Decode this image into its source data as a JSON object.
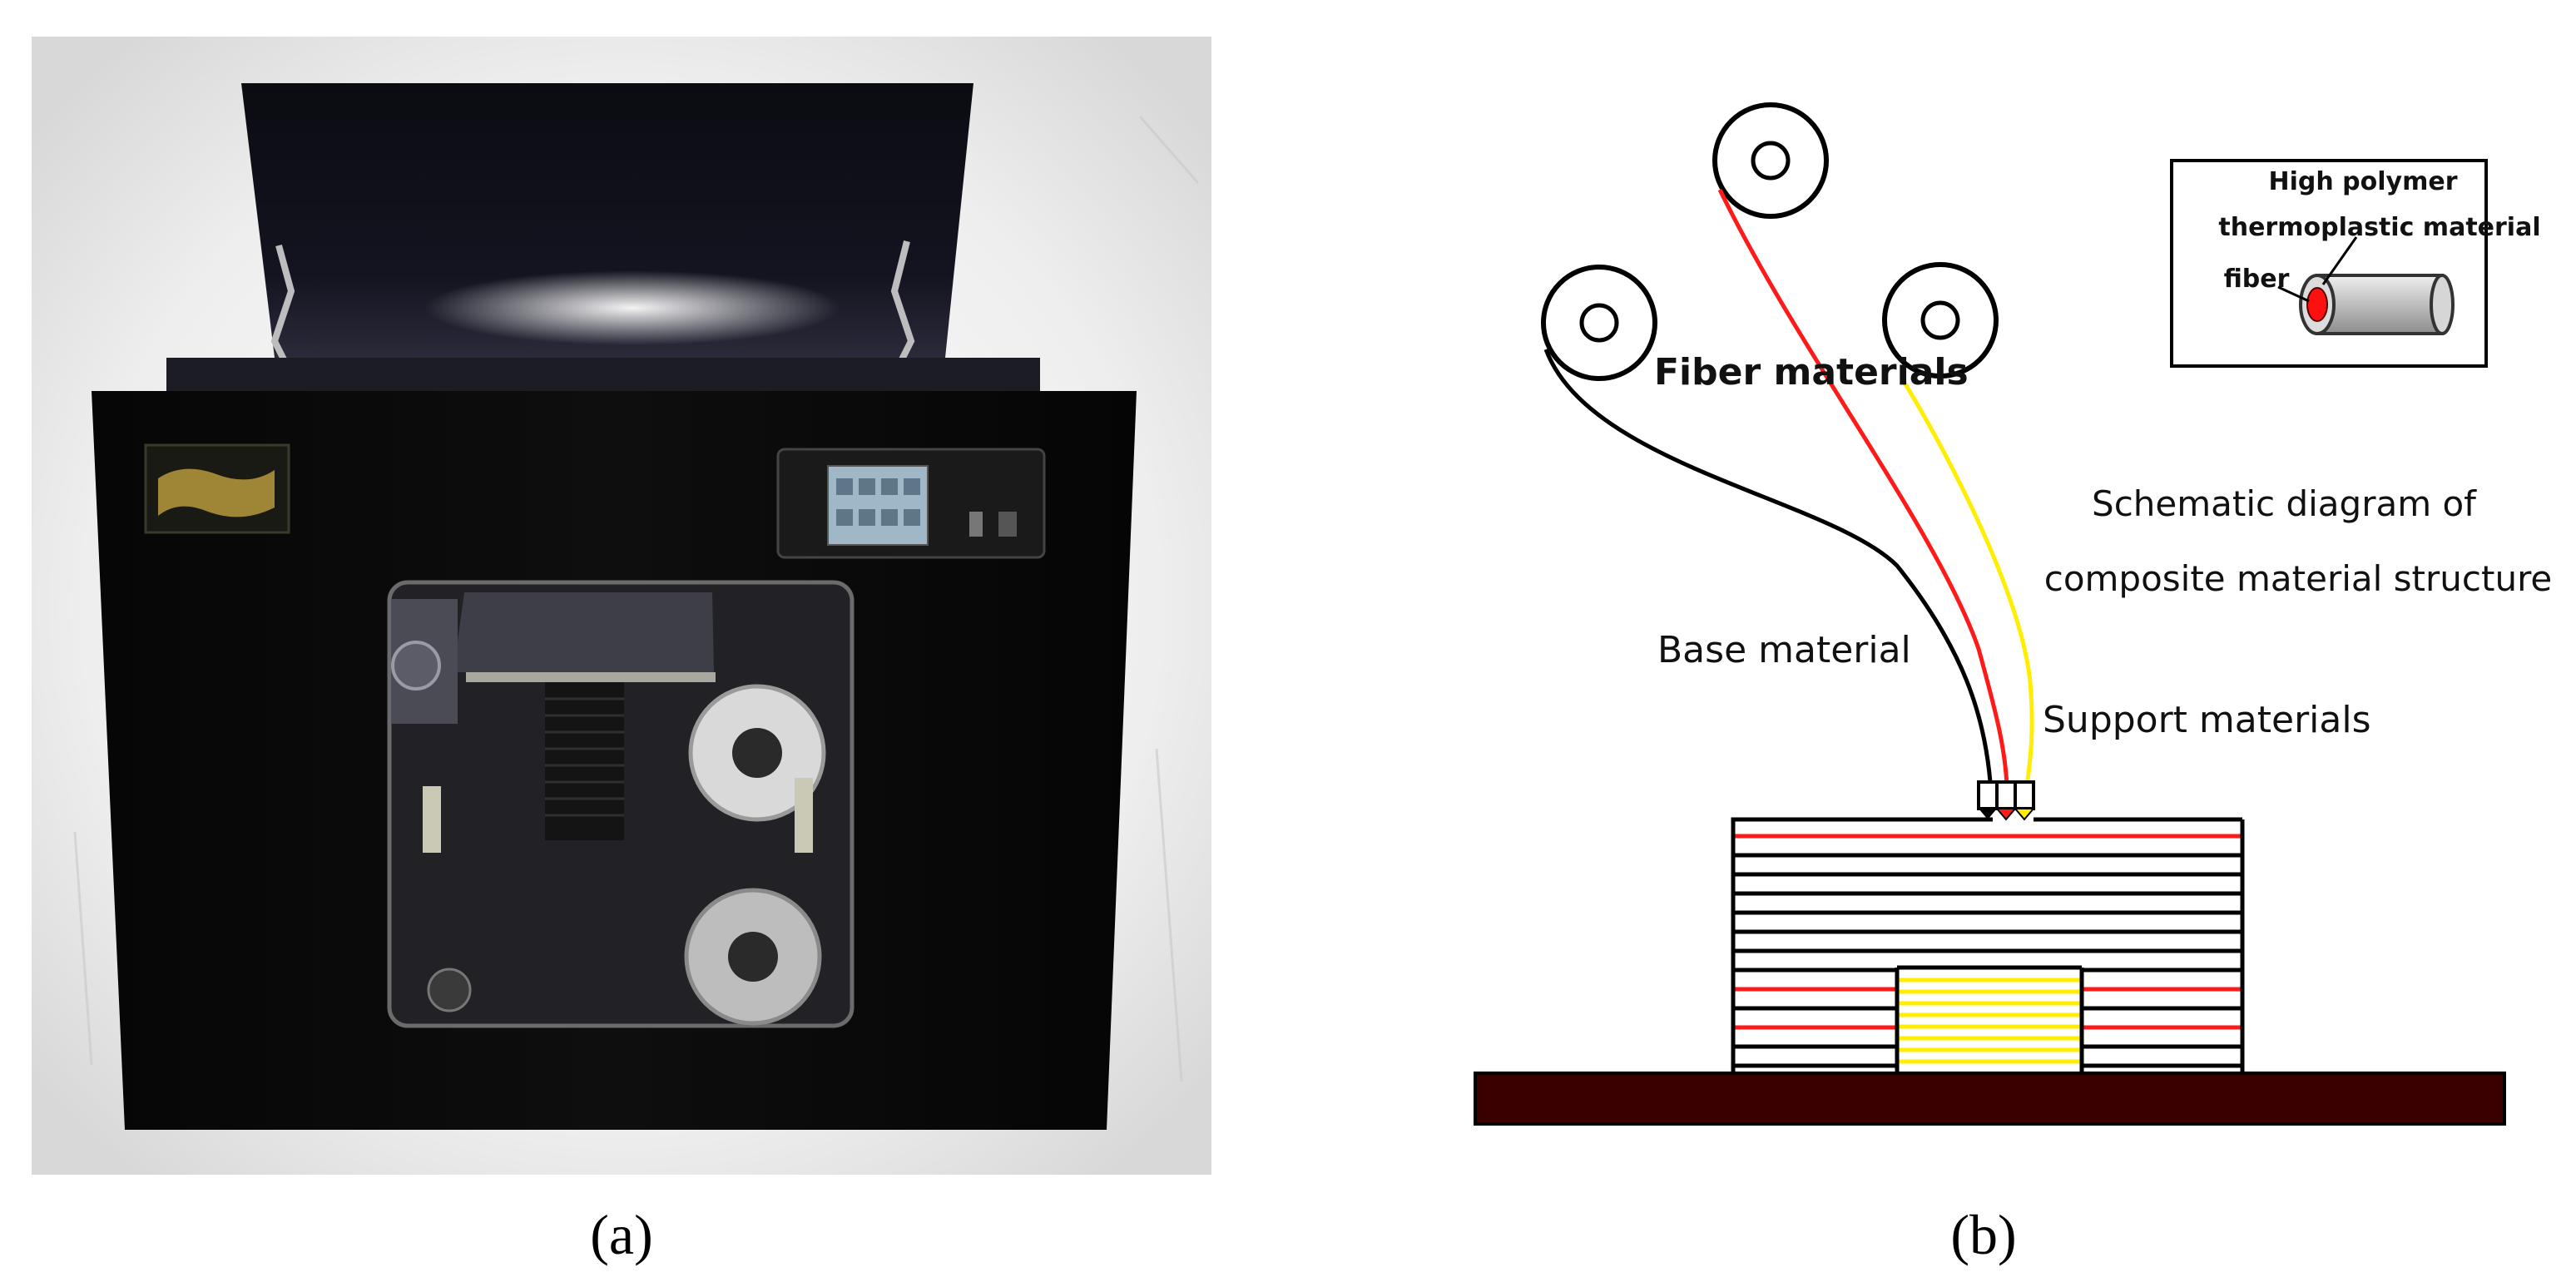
{
  "panel_a": {
    "caption": "(a)"
  },
  "panel_b": {
    "caption": "(b)",
    "labels": {
      "fiber_materials": "Fiber materials",
      "base_material": "Base material",
      "support_materials": "Support materials",
      "schematic_line1": "Schematic diagram of",
      "schematic_line2": "composite material structure"
    },
    "inset": {
      "high_polymer": "High polymer",
      "thermoplastic": "thermoplastic material",
      "fiber": "fiber"
    },
    "colors": {
      "base_filament": "#000000",
      "fiber_filament": "#ff1a1a",
      "support_filament": "#ffee00",
      "build_plate": "#3a0000",
      "fiber_core": "#ff1010",
      "polymer_sheath": "#c8c8c8"
    }
  }
}
